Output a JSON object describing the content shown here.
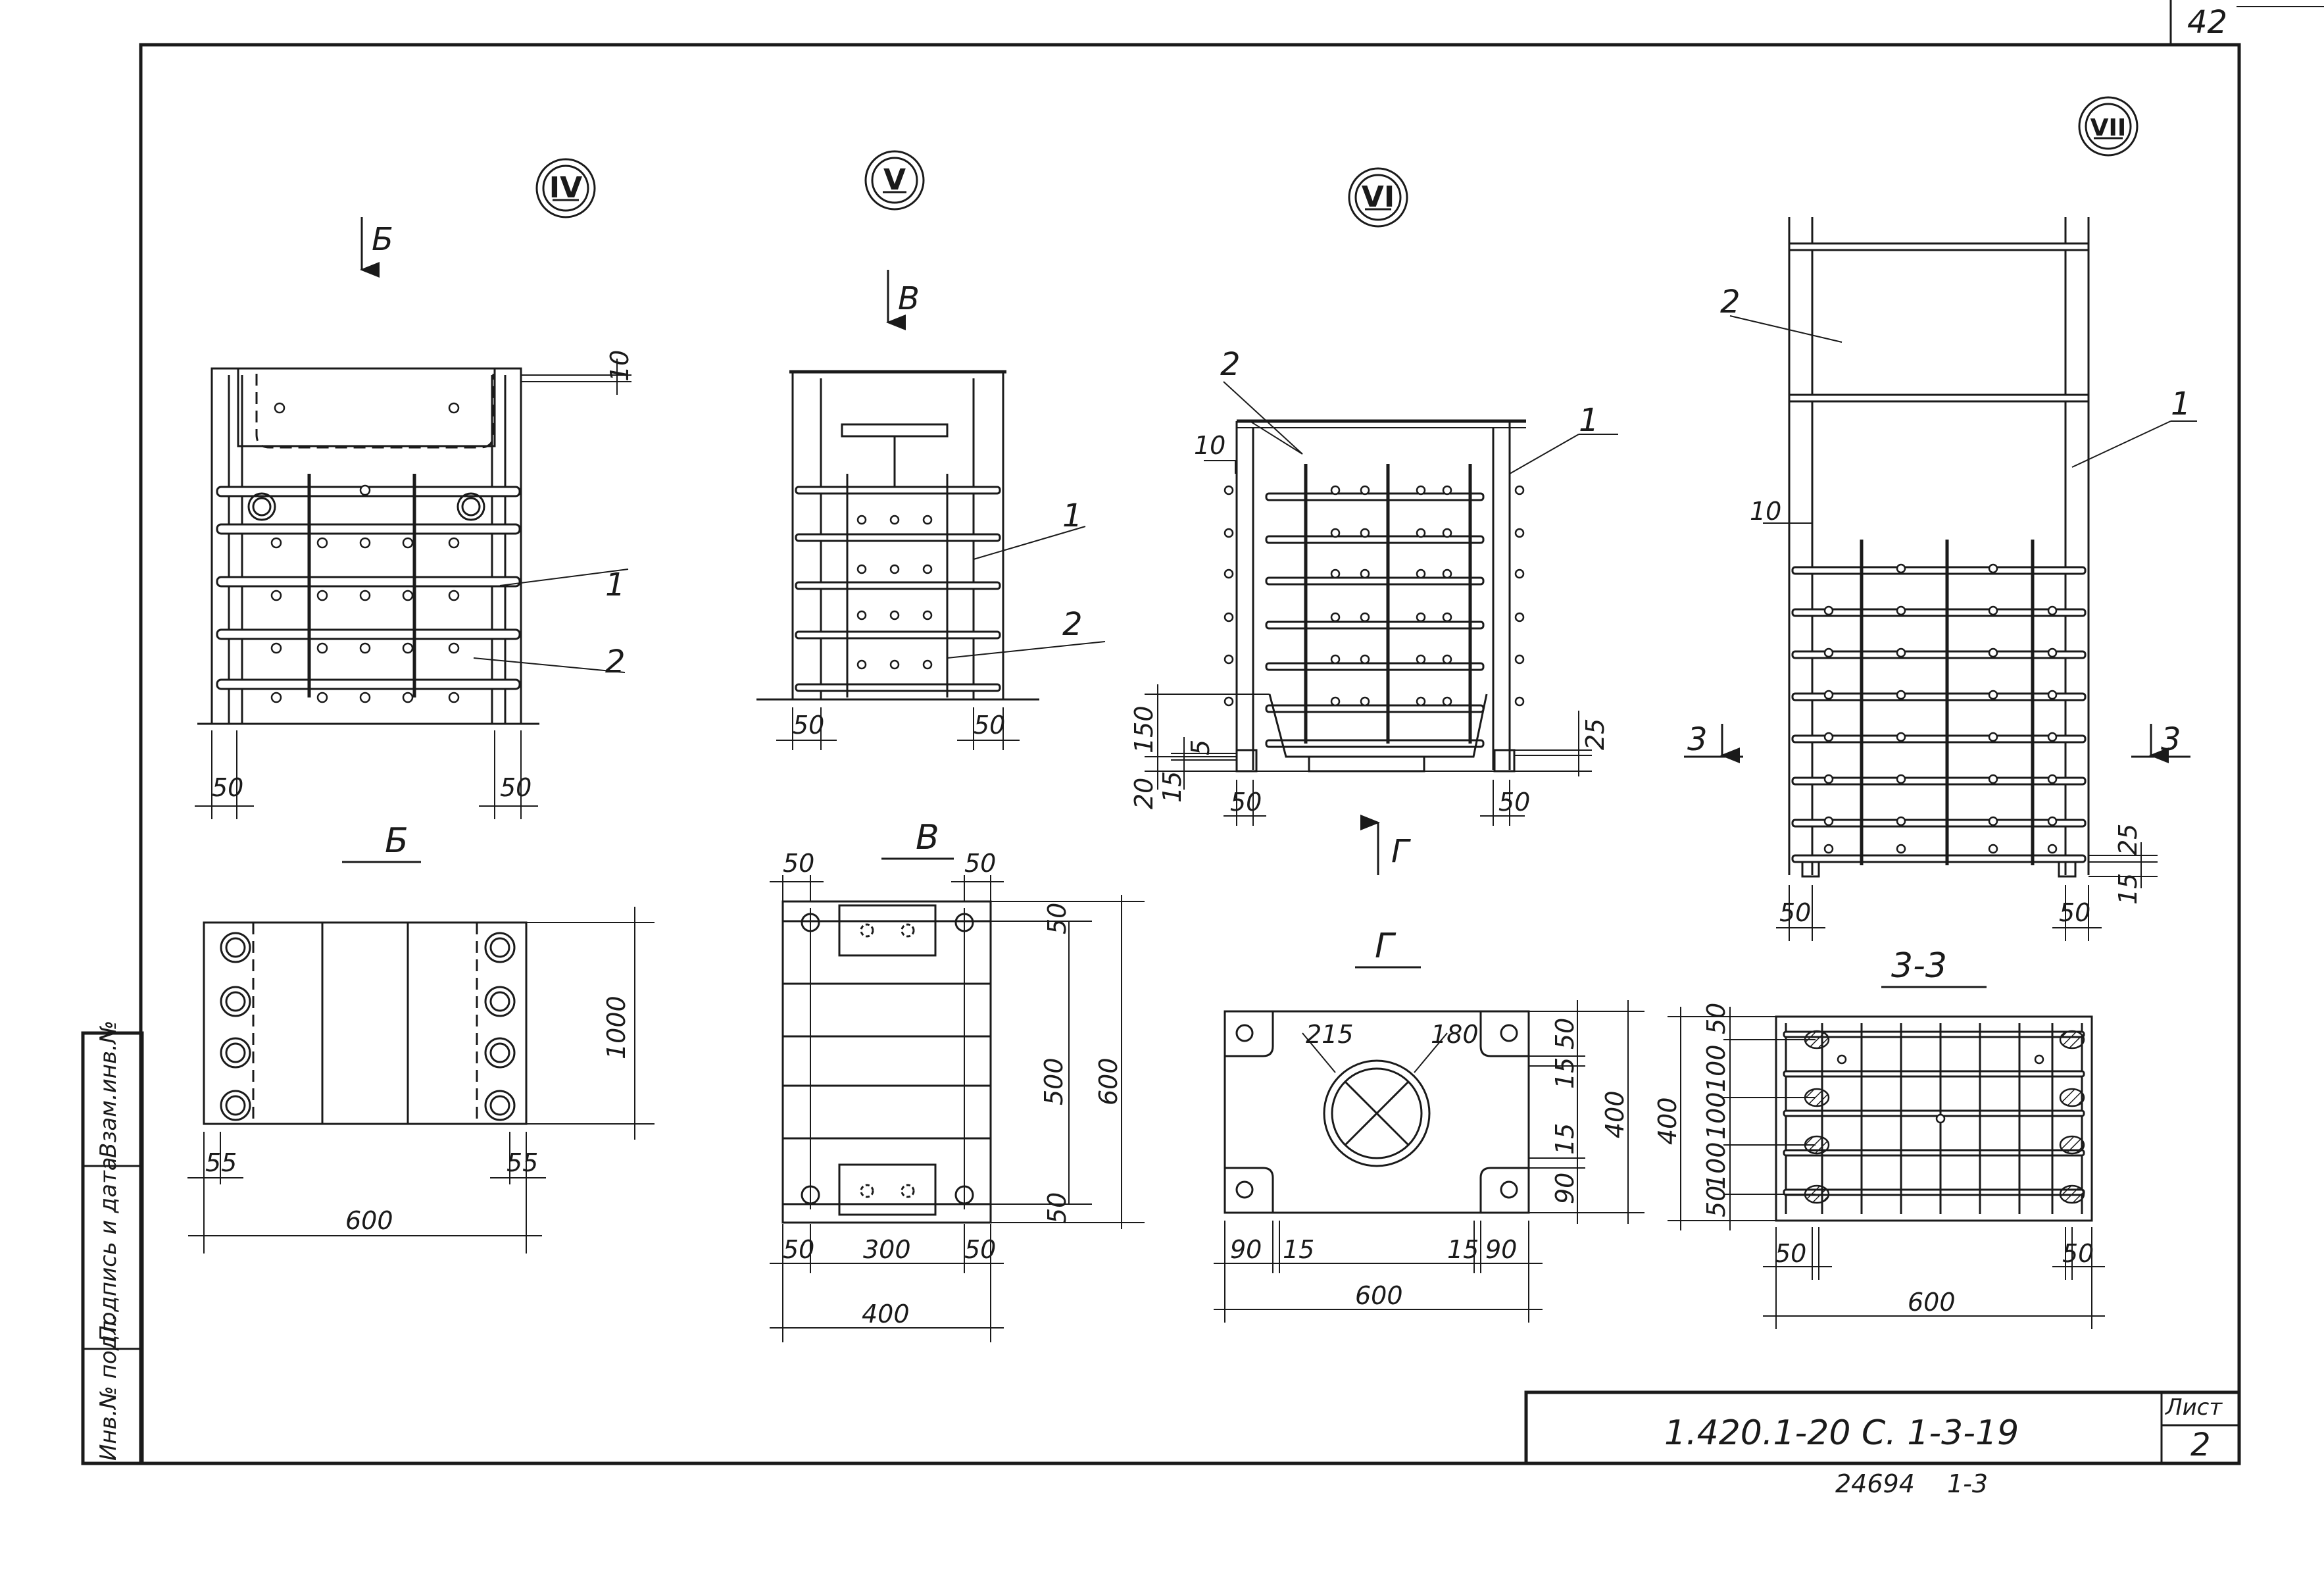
{
  "sheet": {
    "page_number": "42",
    "doc_code": "1.420.1-20 С. 1-3-19",
    "sheet_label": "Лист",
    "sheet_number": "2",
    "bottom_number": "24694",
    "bottom_suffix": "1-3",
    "side_stamp": [
      "Взам.инв.№",
      "Подпись и дата",
      "Инв.№ подл."
    ]
  },
  "markers": {
    "iv": "IV",
    "v": "V",
    "vi": "VI",
    "vii": "VII"
  },
  "views": {
    "b": "Б",
    "v": "В",
    "g": "Г",
    "section": "3-3",
    "section_arrow": "3",
    "arrow_b": "Б",
    "arrow_v": "В",
    "arrow_g": "Г"
  },
  "positions": {
    "p1": "1",
    "p2": "2"
  },
  "dims": {
    "d10": "10",
    "d50": "50",
    "d55": "55",
    "d150": "150",
    "d20": "20",
    "d15": "15",
    "d5": "5",
    "d25": "25",
    "d1000": "1000",
    "d600": "600",
    "d500": "500",
    "d300": "300",
    "d400": "400",
    "d215": "215",
    "d180": "180",
    "d90": "90",
    "d100": "100"
  }
}
